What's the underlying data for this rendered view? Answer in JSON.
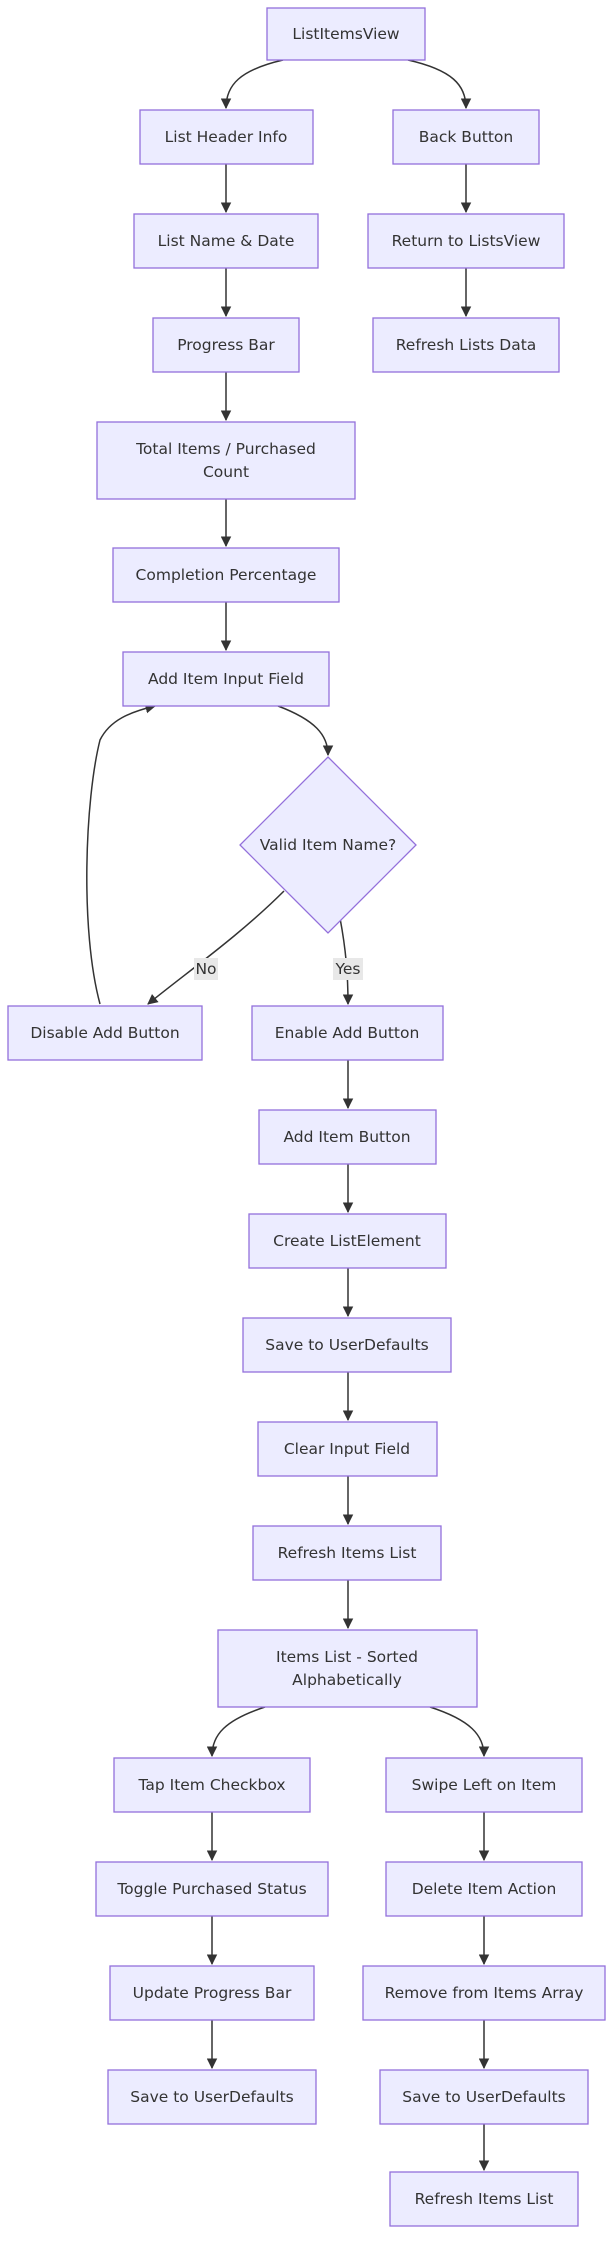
{
  "nodes": {
    "listitemsview": "ListItemsView",
    "list_header_info": "List Header Info",
    "back_button": "Back Button",
    "list_name_date": "List Name & Date",
    "return_to_listsview": "Return to ListsView",
    "progress_bar": "Progress Bar",
    "refresh_lists_data": "Refresh Lists Data",
    "total_items_line1": "Total Items / Purchased",
    "total_items_line2": "Count",
    "completion_percentage": "Completion Percentage",
    "add_item_input_field": "Add Item Input Field",
    "valid_item_name": "Valid Item Name?",
    "disable_add_button": "Disable Add Button",
    "enable_add_button": "Enable Add Button",
    "add_item_button": "Add Item Button",
    "create_listelement": "Create ListElement",
    "save_to_userdefaults_1": "Save to UserDefaults",
    "clear_input_field": "Clear Input Field",
    "refresh_items_list_1": "Refresh Items List",
    "items_list_line1": "Items List - Sorted",
    "items_list_line2": "Alphabetically",
    "tap_item_checkbox": "Tap Item Checkbox",
    "swipe_left_on_item": "Swipe Left on Item",
    "toggle_purchased_status": "Toggle Purchased Status",
    "delete_item_action": "Delete Item Action",
    "update_progress_bar": "Update Progress Bar",
    "remove_from_items_array": "Remove from Items Array",
    "save_to_userdefaults_2": "Save to UserDefaults",
    "save_to_userdefaults_3": "Save to UserDefaults",
    "refresh_items_list_2": "Refresh Items List"
  },
  "edge_labels": {
    "no": "No",
    "yes": "Yes"
  },
  "colors": {
    "node_fill": "#ECECFF",
    "node_stroke": "#9370DB",
    "edge": "#333333",
    "label_bg": "#e8e8e8",
    "text": "#333333"
  }
}
